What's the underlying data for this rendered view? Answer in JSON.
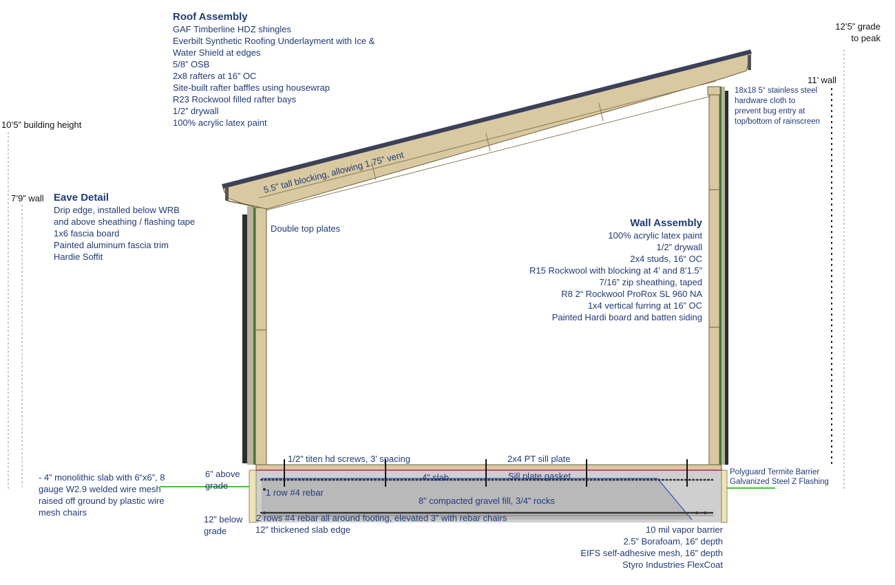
{
  "roof_assembly": {
    "title": "Roof Assembly",
    "lines": [
      "GAF Timberline HDZ shingles",
      "Everbilt Synthetic Roofing Underlayment with Ice &",
      "Water Shield at edges",
      "5/8” OSB",
      "2x8 rafters at 16” OC",
      "Site-built rafter baffles using housewrap",
      "R23 Rockwool filled rafter bays",
      "1/2” drywall",
      "100% acrylic latex paint"
    ]
  },
  "eave_detail": {
    "title": "Eave Detail",
    "lines": [
      "Drip edge, installed below WRB",
      "and above sheathing / flashing tape",
      "1x6 fascia board",
      "Painted aluminum fascia trim",
      "Hardie Soffit"
    ]
  },
  "wall_assembly": {
    "title": "Wall Assembly",
    "lines": [
      "100% acrylic latex paint",
      "1/2” drywall",
      "2x4 studs, 16“ OC",
      "R15 Rockwool with blocking at 4’ and 8’1.5”",
      "7/16” zip sheathing, taped",
      "R8 2“ Rockwool ProRox SL 960 NA",
      "1x4 vertical furring at 16” OC",
      "Painted Hardi board and batten siding"
    ]
  },
  "dimensions": {
    "building_height": "10’5” building height",
    "left_wall": "7’9” wall",
    "grade_to_peak": [
      "12’5” grade",
      "to peak"
    ],
    "right_wall": "11’ wall"
  },
  "callouts": {
    "hardware_cloth": [
      "18x18 5“ stainless steel",
      "hardware cloth to",
      "prevent bug entry at",
      "top/bottom of rainscreen"
    ],
    "blocking_vent": "5.5” tall blocking, allowing 1.75” vent",
    "double_top_plates": "Double top plates",
    "titen_screws": "1/2” titen hd screws, 3’ spacing",
    "sill_plate": "2x4 PT sill plate",
    "sill_gasket": "Sill plate gasket",
    "slab": "4” slab",
    "rebar_one_row": "1 row #4 rebar",
    "gravel_fill": "8” compacted gravel fill, 3/4” rocks",
    "rebar_two_rows": "2 rows #4 rebar all around footing, elevated 3” with rebar chairs",
    "thickened_edge": "12” thickened slab edge",
    "above_grade": [
      "6” above",
      "grade"
    ],
    "below_grade": [
      "12” below",
      "grade"
    ],
    "termite_barrier": "Polyguard Termite Barrier",
    "z_flashing": "Galvanized Steel Z Flashing",
    "monolithic_slab": [
      "- 4” monolithic slab with 6“x6”, 8",
      "gauge W2.9 welded wire mesh",
      "raised off ground by plastic wire",
      "mesh chairs"
    ],
    "foundation_insulation": [
      "10 mil vapor barrier",
      "2.5” Borafoam, 16” depth",
      "EIFS self-adhesive mesh, 16” depth",
      "Styro Industries FlexCoat"
    ]
  },
  "colors": {
    "label_text": "#1f3a7a",
    "lumber": "#d9c9a0",
    "lumber_edge": "#6b5c3a",
    "shingle": "#3c4058",
    "concrete": "#cfcfcf",
    "gravel": "#b9b9b9",
    "grade_line": "#33cc22"
  }
}
